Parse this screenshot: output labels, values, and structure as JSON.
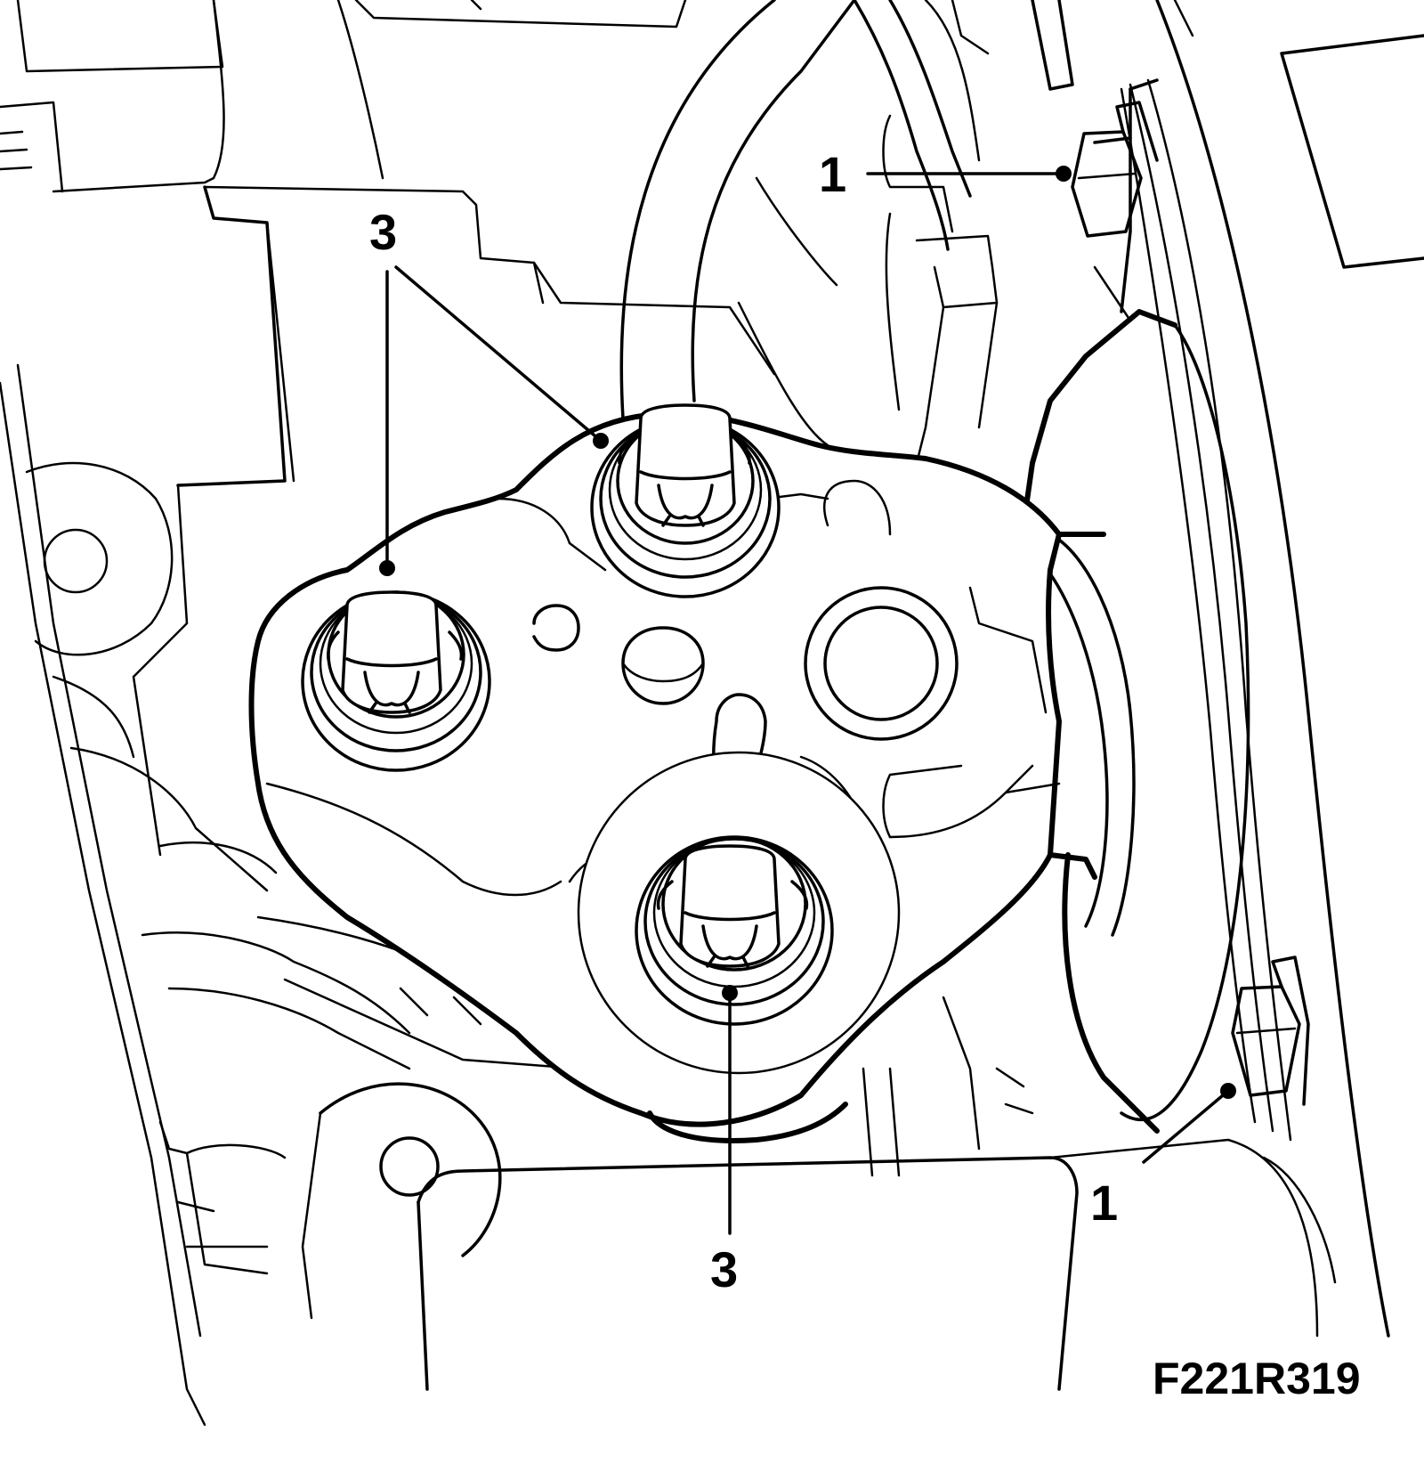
{
  "figure": {
    "code": "F221R319"
  },
  "callouts": [
    {
      "id": "c1-top",
      "label": "1"
    },
    {
      "id": "c1-bottom",
      "label": "1"
    },
    {
      "id": "c3-top-left",
      "label": "3"
    },
    {
      "id": "c3-bottom",
      "label": "3"
    }
  ]
}
